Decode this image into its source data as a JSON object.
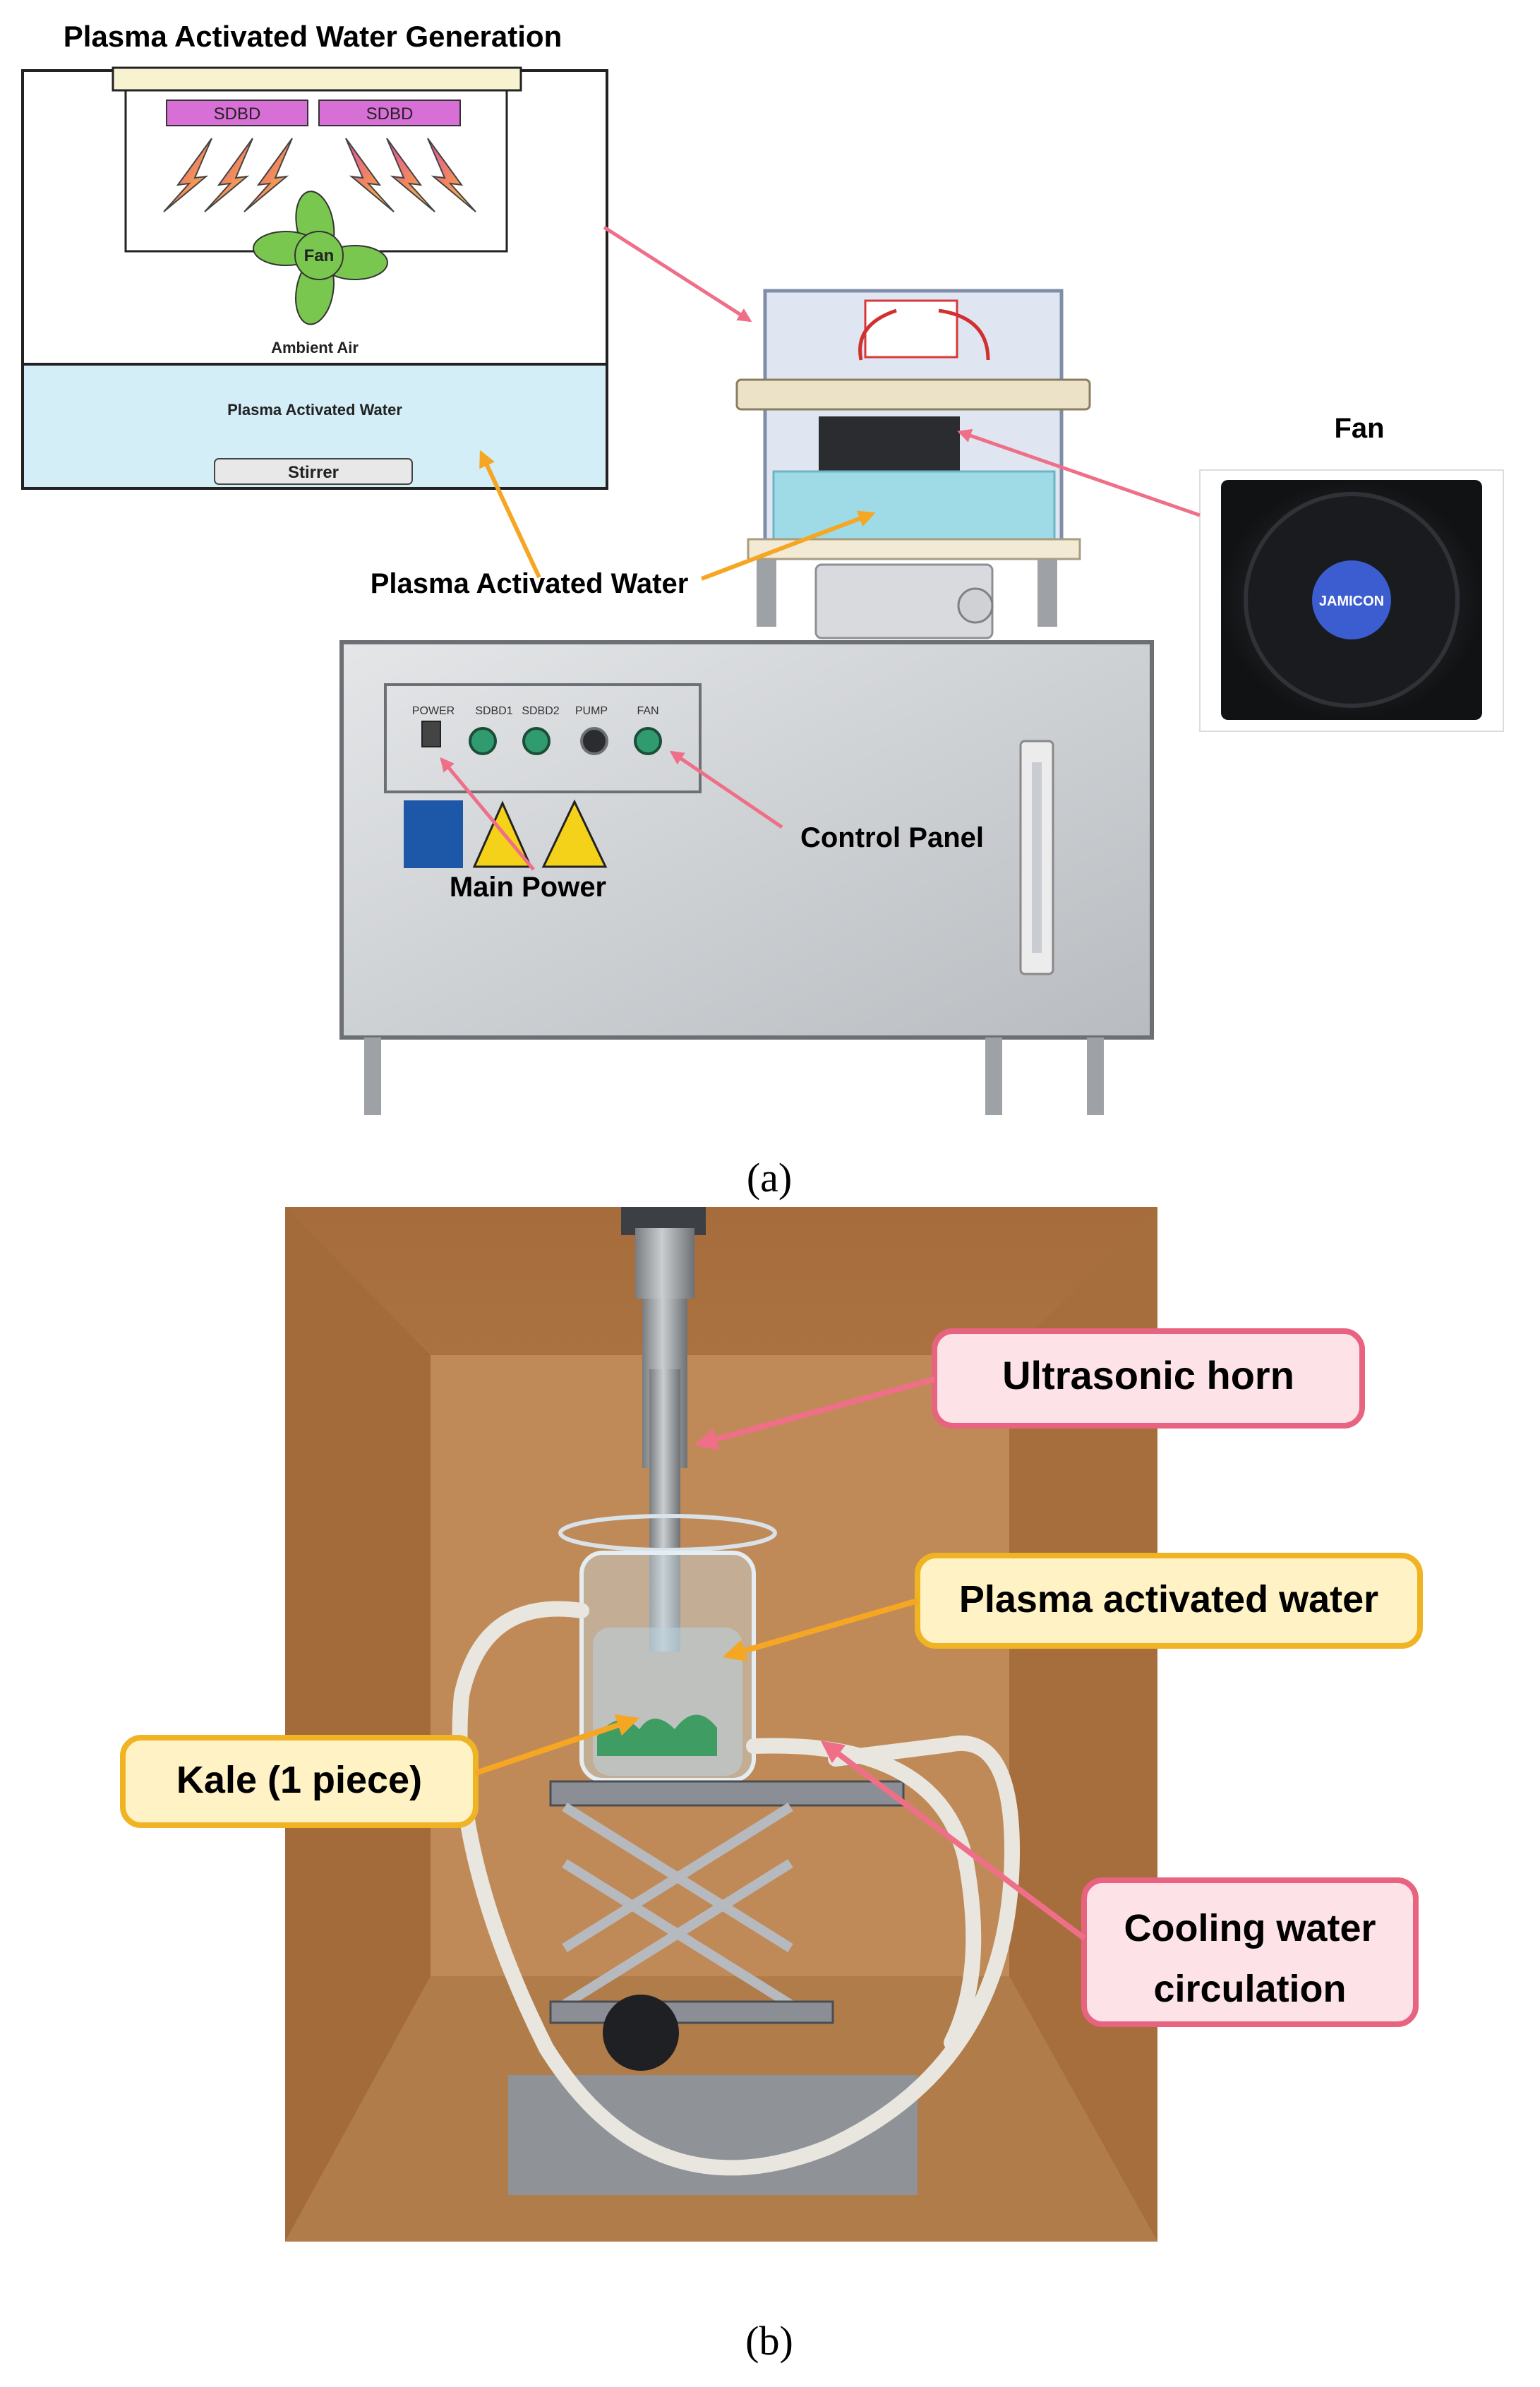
{
  "panel_a": {
    "schematic": {
      "title": "Plasma Activated Water Generation",
      "sdbd_left": "SDBD",
      "sdbd_right": "SDBD",
      "fan": "Fan",
      "ambient_air": "Ambient Air",
      "water": "Plasma Activated Water",
      "stirrer": "Stirrer"
    },
    "fan_label": "Fan",
    "plasma_water_label": "Plasma Activated Water",
    "control_panel_label": "Control Panel",
    "main_power_label": "Main Power",
    "panel_switches": [
      "POWER",
      "SDBD1",
      "SDBD2",
      "PUMP",
      "FAN"
    ],
    "fan_brand": "JAMICON",
    "caption": "(a)"
  },
  "panel_b": {
    "ultrasonic_horn": "Ultrasonic horn",
    "plasma_water": "Plasma activated water",
    "kale": "Kale (1 piece)",
    "cooling_line1": "Cooling water",
    "cooling_line2": "circulation",
    "caption": "(b)"
  },
  "colors": {
    "pink_box_fill": "#fde3e8",
    "pink_box_stroke": "#e8637f",
    "yellow_box_fill": "#fff2c4",
    "yellow_box_stroke": "#f0b323",
    "pink_arrow": "#ef6f88",
    "orange_arrow": "#f5a623",
    "sdbd_fill": "#d86fd6",
    "water_fill": "#d4eef8",
    "fan_green": "#7ac74f",
    "cabinet_brown": "#b07a48"
  }
}
